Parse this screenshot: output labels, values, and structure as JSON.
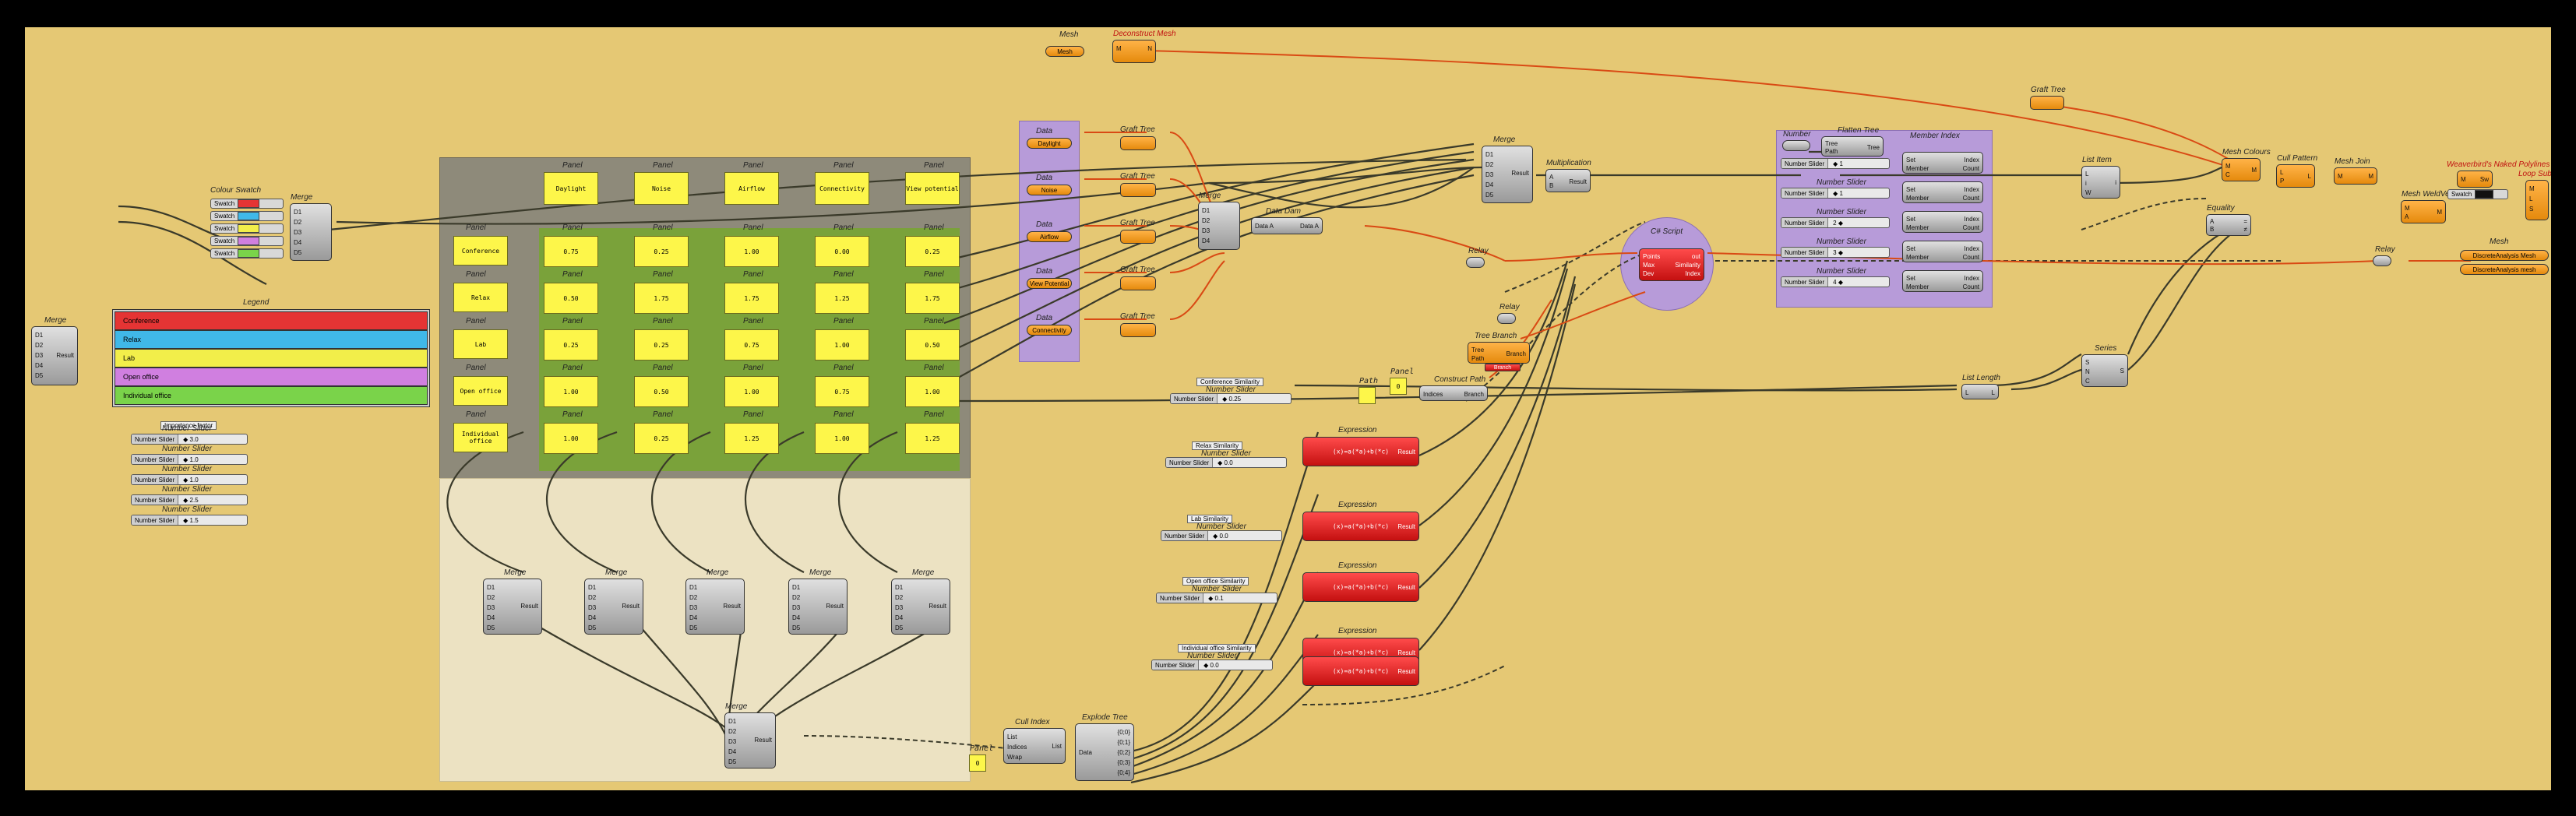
{
  "colours": {
    "canvas": "#e5c874",
    "wire": "#3a3a2a",
    "wire_active": "#d94a14",
    "group_purple": "#b79bd9",
    "group_green": "#7aa23a",
    "group_gray": "#8e8a7a",
    "group_cream": "#ece2c2"
  },
  "top": {
    "mesh_label": "Mesh",
    "mesh_param_label": "Mesh",
    "surface_label": "M",
    "surface_out": "N",
    "mesh_node_title": "Deconstruct Mesh"
  },
  "colour_swatch": {
    "title": "Colour Swatch",
    "items": [
      {
        "label": "Swatch",
        "color": "#e53434"
      },
      {
        "label": "Swatch",
        "color": "#40b8e8"
      },
      {
        "label": "Swatch",
        "color": "#f2ee4a"
      },
      {
        "label": "Swatch",
        "color": "#d07fe0"
      },
      {
        "label": "Swatch",
        "color": "#7ad34a"
      }
    ]
  },
  "merge_small": {
    "title": "Merge",
    "inputs": [
      "D1",
      "D2",
      "D3",
      "D4",
      "D5"
    ],
    "output": "Result"
  },
  "legend": {
    "title": "Legend",
    "rows": [
      {
        "label": "Conference",
        "color": "#e53434"
      },
      {
        "label": "Relax",
        "color": "#40b8e8"
      },
      {
        "label": "Lab",
        "color": "#f2ee4a"
      },
      {
        "label": "Open office",
        "color": "#d07fe0"
      },
      {
        "label": "Individual office",
        "color": "#7ad34a"
      }
    ]
  },
  "left_merge": {
    "title": "Merge",
    "inputs": [
      "D1",
      "D2",
      "D3",
      "D4",
      "D5"
    ],
    "output": "Result"
  },
  "importance": {
    "header": "Importance factor",
    "sliders": [
      {
        "title": "Number Slider",
        "label": "Number Slider",
        "value": "◆ 3.0"
      },
      {
        "title": "Number Slider",
        "label": "Number Slider",
        "value": "◆ 1.0"
      },
      {
        "title": "Number Slider",
        "label": "Number Slider",
        "value": "◆ 1.0"
      },
      {
        "title": "Number Slider",
        "label": "Number Slider",
        "value": "◆ 2.5"
      },
      {
        "title": "Number Slider",
        "label": "Number Slider",
        "value": "◆ 1.5"
      }
    ]
  },
  "matrix": {
    "header_title": "Panel",
    "columns": [
      "Daylight",
      "Noise",
      "Airflow",
      "Connectivity",
      "View potential"
    ],
    "rows": [
      {
        "label": "Conference",
        "values": [
          "0.75",
          "0.25",
          "1.00",
          "0.00",
          "0.25"
        ]
      },
      {
        "label": "Relax",
        "values": [
          "0.50",
          "1.75",
          "1.75",
          "1.25",
          "1.75"
        ]
      },
      {
        "label": "Lab",
        "values": [
          "0.25",
          "0.25",
          "0.75",
          "1.00",
          "0.50"
        ]
      },
      {
        "label": "Open office",
        "values": [
          "1.00",
          "0.50",
          "1.00",
          "0.75",
          "1.00"
        ]
      },
      {
        "label": "Individual office",
        "values": [
          "1.00",
          "0.25",
          "1.25",
          "1.00",
          "1.25"
        ]
      }
    ]
  },
  "bottom_merges": {
    "title": "Merge",
    "inputs": [
      "D1",
      "D2",
      "D3",
      "D4",
      "D5"
    ],
    "output": "Result"
  },
  "final_merge": {
    "title": "Merge",
    "inputs": [
      "D1",
      "D2",
      "D3",
      "D4",
      "D5"
    ],
    "output": "Result"
  },
  "data_params": {
    "title": "Data",
    "items": [
      "Daylight",
      "Noise",
      "Airflow",
      "View Potential",
      "Connectivity"
    ]
  },
  "graft_tree": {
    "title": "Graft Tree"
  },
  "merge_mid": {
    "title": "Merge",
    "inputs": [
      "D1",
      "D2",
      "D3",
      "D4"
    ]
  },
  "data_dam": {
    "title": "Data Dam",
    "in": "Data A",
    "out": "Data A"
  },
  "merge_top": {
    "title": "Merge",
    "inputs": [
      "D1",
      "D2",
      "D3",
      "D4",
      "D5"
    ],
    "output": "Result"
  },
  "multiplication": {
    "title": "Multiplication",
    "in_a": "A",
    "in_b": "B",
    "out": "Result"
  },
  "relay": {
    "title": "Relay"
  },
  "cp_script": {
    "title": "C# Script",
    "inputs": [
      "Points",
      "Max",
      "Dev"
    ],
    "outputs": [
      "out",
      "Similarity",
      "Index"
    ]
  },
  "tree_branch": {
    "title": "Tree Branch",
    "in_t": "Tree",
    "in_p": "Path",
    "out": "Branch",
    "label": "Branch"
  },
  "panel_small": {
    "title": "Panel",
    "value": "0"
  },
  "path": {
    "title": "Path"
  },
  "construct": {
    "title": "Construct Path",
    "in": "Indices",
    "out": "Branch"
  },
  "similarity": {
    "items": [
      {
        "header": "Conference Similarity",
        "title": "Number Slider",
        "value": "◆ 0.25"
      },
      {
        "header": "Relax Similarity",
        "title": "Number Slider",
        "value": "◆ 0.0"
      },
      {
        "header": "Lab Similarity",
        "title": "Number Slider",
        "value": "◆ 0.0"
      },
      {
        "header": "Open office Similarity",
        "title": "Number Slider",
        "value": "◆ 0.1"
      },
      {
        "header": "Individual office Similarity",
        "title": "Number Slider",
        "value": "◆ 0.0"
      }
    ],
    "slider_label": "Number Slider"
  },
  "expressions": {
    "title": "Expression",
    "formula": "(x)=a(*a)+b(*c)",
    "out": "Result"
  },
  "cull": {
    "title": "Cull Index",
    "in": [
      "List",
      "Indices",
      "Wrap"
    ],
    "out": "List"
  },
  "panel_bottom": {
    "title": "Panel",
    "value": "0"
  },
  "explode": {
    "title": "Explode Tree",
    "in": "Data",
    "outs": [
      "{0;0}",
      "{0;1}",
      "{0;2}",
      "{0;3}",
      "{0;4}"
    ]
  },
  "flatten": {
    "title": "Flatten Tree",
    "in": "Tree",
    "out": "Tree",
    "in_p": "Path"
  },
  "number_param": {
    "title": "Number"
  },
  "member_index": {
    "title": "Member Index",
    "sliders_title": "Number Slider",
    "rows": [
      {
        "slider": "Number Slider",
        "value": "◆ 1",
        "in_set": "Set",
        "in_member": "Member",
        "out_index": "Index",
        "out_count": "Count"
      },
      {
        "slider": "Number Slider",
        "value": "◆ 1",
        "in_set": "Set",
        "in_member": "Member",
        "out_index": "Index",
        "out_count": "Count"
      },
      {
        "slider": "Number Slider",
        "value": "2 ◆",
        "in_set": "Set",
        "in_member": "Member",
        "out_index": "Index",
        "out_count": "Count"
      },
      {
        "slider": "Number Slider",
        "value": "3 ◆",
        "in_set": "Set",
        "in_member": "Member",
        "out_index": "Index",
        "out_count": "Count"
      },
      {
        "slider": "Number Slider",
        "value": "4 ◆",
        "in_set": "Set",
        "in_member": "Member",
        "out_index": "Index",
        "out_count": "Count"
      }
    ]
  },
  "list_item": {
    "title": "List Item",
    "in": [
      "L",
      "i",
      "W"
    ],
    "out": "i"
  },
  "equality": {
    "title": "Equality",
    "in": [
      "A",
      "B"
    ],
    "out": [
      "=",
      "≠"
    ]
  },
  "list_length": {
    "title": "List Length",
    "in": "L",
    "out": "L"
  },
  "series": {
    "title": "Series",
    "in": [
      "S",
      "N",
      "C"
    ],
    "out": "S"
  },
  "graft_top": {
    "title": "Graft Tree"
  },
  "mesh_colours": {
    "title": "Mesh Colours",
    "in": [
      "M",
      "C"
    ],
    "out": "M"
  },
  "cull_pattern": {
    "title": "Cull Pattern",
    "in": [
      "L",
      "P"
    ],
    "out": "L"
  },
  "mesh_join": {
    "title": "Mesh Join",
    "in": "M",
    "out": "M"
  },
  "mesh_weld": {
    "title": "Mesh WeldVertices",
    "in": [
      "M",
      "A"
    ],
    "out": "M"
  },
  "weaverbird": {
    "title": "Weaverbird's Naked Polylines",
    "in": "M",
    "out": "Sw"
  },
  "loop_subdiv": {
    "title": "Loop Subdivision",
    "in": [
      "M",
      "L",
      "S"
    ],
    "out": "M"
  },
  "mesh_out": {
    "title": "Mesh",
    "items": [
      "DiscreteAnalysis Mesh",
      "DiscreteAnalysis mesh"
    ]
  },
  "swatch_small": {
    "label": "Swatch"
  },
  "relay2": {
    "title": "Relay"
  }
}
